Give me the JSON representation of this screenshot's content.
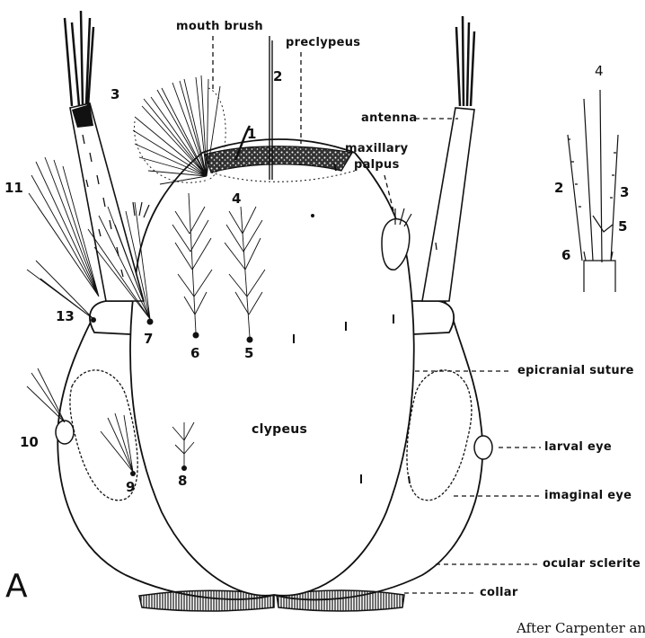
{
  "figure": {
    "panel_label": "A",
    "credit": "After Carpenter and Lo"
  },
  "labels": {
    "mouth_brush": "mouth brush",
    "preclypeus": "preclypeus",
    "antenna": "antenna",
    "maxillary_palpus_1": "maxillary",
    "maxillary_palpus_2": "palpus",
    "epicranial_suture": "epicranial suture",
    "clypeus": "clypeus",
    "larval_eye": "larval eye",
    "imaginal_eye": "imaginal eye",
    "ocular_sclerite": "ocular sclerite",
    "collar": "collar"
  },
  "seta_numbers": {
    "n1": "1",
    "n2": "2",
    "n3": "3",
    "n4": "4",
    "n5": "5",
    "n6": "6",
    "n7": "7",
    "n8": "8",
    "n9": "9",
    "n10": "10",
    "n11": "11",
    "n13": "13"
  },
  "inset_numbers": {
    "i4": "4",
    "i2": "2",
    "i3": "3",
    "i5": "5",
    "i6": "6"
  }
}
